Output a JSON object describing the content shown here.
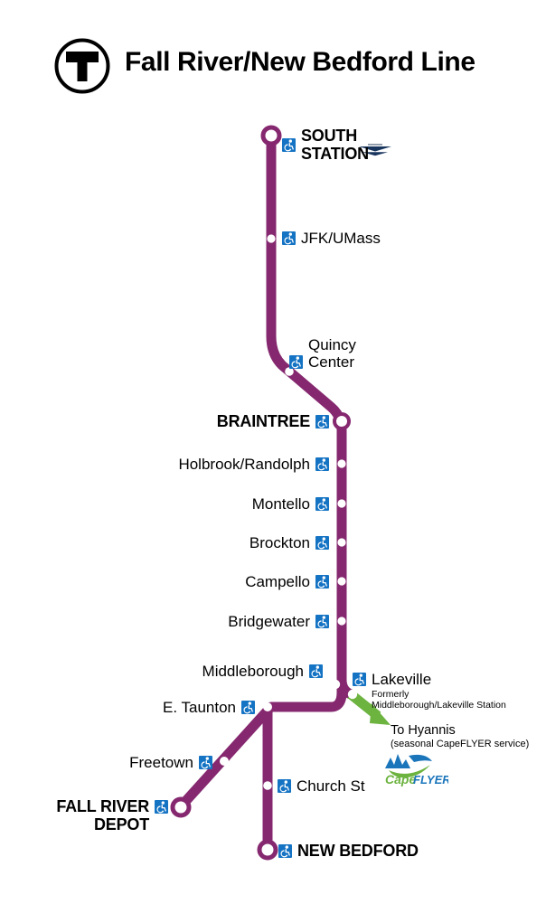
{
  "header": {
    "logo_icon": "mbta-t-logo-icon",
    "title": "Fall River/New Bedford Line"
  },
  "map": {
    "line_color": "#85286f",
    "line_color_dark": "#7b2568",
    "branch_arrow_color": "#6cb33f",
    "accessible_icon_color": "#1573c4",
    "line_name": "Fall River/New Bedford Line"
  },
  "stations": [
    {
      "id": "south-station",
      "name": "SOUTH\nSTATION",
      "type": "terminus",
      "major": true,
      "accessible": true,
      "side": "right",
      "extras": [
        "amtrak-logo"
      ]
    },
    {
      "id": "jfk-umass",
      "name": "JFK/UMass",
      "type": "stop",
      "major": false,
      "accessible": true,
      "side": "right"
    },
    {
      "id": "quincy-center",
      "name": "Quincy\nCenter",
      "type": "stop",
      "major": false,
      "accessible": true,
      "side": "right"
    },
    {
      "id": "braintree",
      "name": "BRAINTREE",
      "type": "major-stop",
      "major": true,
      "accessible": true,
      "side": "left"
    },
    {
      "id": "holbrook-randolph",
      "name": "Holbrook/Randolph",
      "type": "stop",
      "major": false,
      "accessible": true,
      "side": "left"
    },
    {
      "id": "montello",
      "name": "Montello",
      "type": "stop",
      "major": false,
      "accessible": true,
      "side": "left"
    },
    {
      "id": "brockton",
      "name": "Brockton",
      "type": "stop",
      "major": false,
      "accessible": true,
      "side": "left"
    },
    {
      "id": "campello",
      "name": "Campello",
      "type": "stop",
      "major": false,
      "accessible": true,
      "side": "left"
    },
    {
      "id": "bridgewater",
      "name": "Bridgewater",
      "type": "stop",
      "major": false,
      "accessible": true,
      "side": "left"
    },
    {
      "id": "middleborough",
      "name": "Middleborough",
      "type": "stop",
      "major": false,
      "accessible": true,
      "side": "left"
    },
    {
      "id": "lakeville",
      "name": "Lakeville",
      "type": "stop",
      "major": false,
      "accessible": true,
      "side": "right",
      "subtitle": "Formerly\nMiddleborough/Lakeville Station"
    },
    {
      "id": "e-taunton",
      "name": "E. Taunton",
      "type": "stop",
      "major": false,
      "accessible": true,
      "side": "left"
    },
    {
      "id": "freetown",
      "name": "Freetown",
      "type": "stop",
      "major": false,
      "accessible": true,
      "side": "left"
    },
    {
      "id": "church-st",
      "name": "Church St",
      "type": "stop",
      "major": false,
      "accessible": true,
      "side": "right"
    },
    {
      "id": "fall-river-depot",
      "name": "FALL RIVER\nDEPOT",
      "type": "terminus",
      "major": true,
      "accessible": true,
      "side": "left"
    },
    {
      "id": "new-bedford",
      "name": "NEW BEDFORD",
      "type": "terminus",
      "major": true,
      "accessible": true,
      "side": "right"
    }
  ],
  "branch_note": {
    "title": "To Hyannis",
    "subtitle": "(seasonal CapeFLYER service)",
    "logo_icon": "capeflyer-logo-icon",
    "logo_text_cape": "Cape",
    "logo_text_flyer": "FLYER",
    "logo_color_green": "#6cb33f",
    "logo_color_blue": "#1b75bb"
  }
}
